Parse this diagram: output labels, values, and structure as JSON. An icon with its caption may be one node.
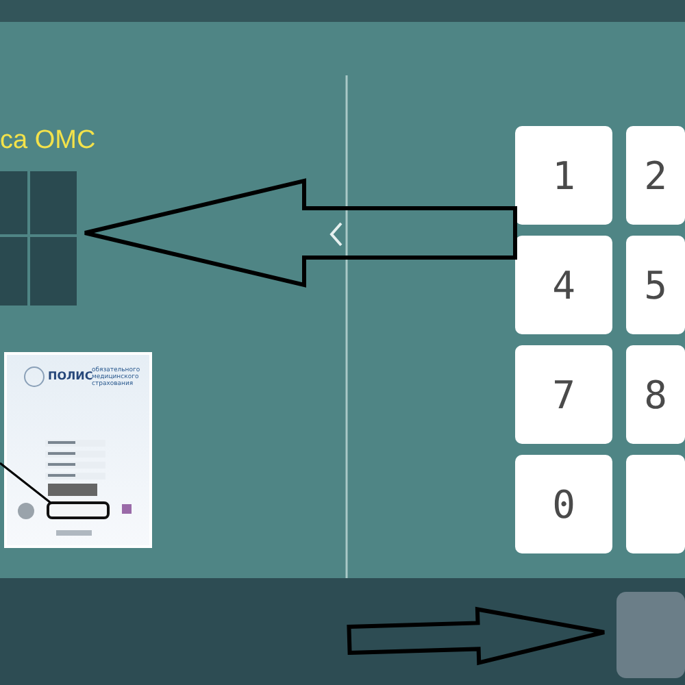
{
  "diagram": {
    "nodes": [
      {
        "text": [],
        "shape": "box"
      },
      {
        "text": [
          "1"
        ]
      },
      {
        "text": [
          "2"
        ]
      },
      {
        "text": [
          "4"
        ]
      },
      {
        "text": [
          "5"
        ]
      },
      {
        "text": [
          "ПОЛИС",
          "обязательного медицинского страхования"
        ]
      },
      {
        "text": [],
        "shape": "box",
        "in": 5
      },
      {
        "text": [
          "7"
        ]
      },
      {
        "text": [
          "8"
        ]
      },
      {
        "text": [
          "0"
        ]
      },
      {
        "text": [],
        "shape": "box"
      },
      {
        "text": [],
        "shape": "box"
      }
    ],
    "edges": [
      {
        "from": 1,
        "to": 0,
        "arrow": "to"
      },
      {
        "from": null,
        "to": 6,
        "arrow": "none"
      },
      {
        "from": null,
        "to": 11,
        "arrow": "to"
      }
    ],
    "labels": [
      "са ОМС"
    ]
  }
}
